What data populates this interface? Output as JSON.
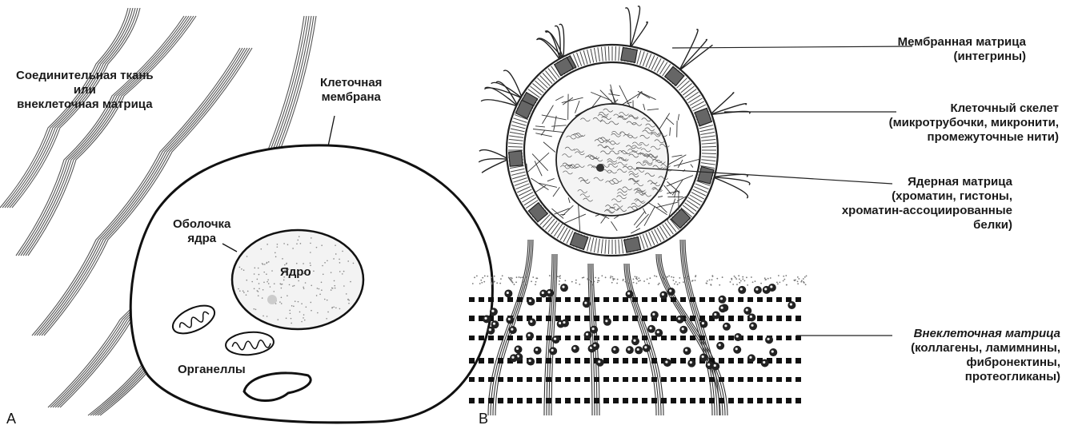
{
  "panels": {
    "a": "A",
    "b": "B"
  },
  "panel_a": {
    "connective_tissue": [
      "Соединительная ткань",
      "или",
      "внеклеточная матрица"
    ],
    "cell_membrane": [
      "Клеточная",
      "мембрана"
    ],
    "nuclear_envelope": [
      "Оболочка",
      "ядра"
    ],
    "nucleus": "Ядро",
    "organelles": "Органеллы"
  },
  "panel_b": {
    "membrane_matrix": [
      "Мембранная матрица",
      "(интегрины)"
    ],
    "cytoskeleton": [
      "Клеточный скелет",
      "(микротрубочки, микронити,",
      "промежуточные нити)"
    ],
    "nuclear_matrix": [
      "Ядерная матрица",
      "(хроматин, гистоны,",
      "хроматин-ассоциированные",
      "белки)"
    ],
    "extracellular_matrix": [
      "Внеклеточная матрица",
      "(коллагены, ламимнины,",
      "фибронектины,",
      "протеогликаны)"
    ]
  }
}
